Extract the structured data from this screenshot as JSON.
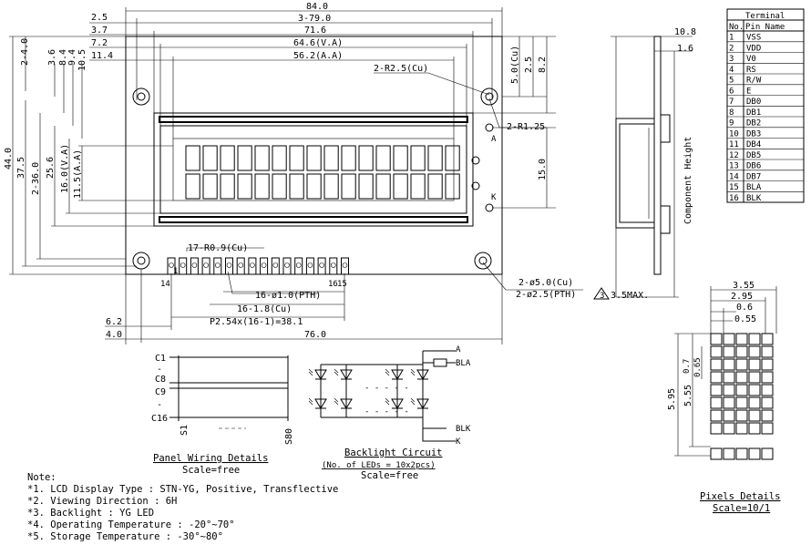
{
  "dimensions": {
    "top": [
      "84.0",
      "2.5",
      "3-79.0",
      "3.7",
      "71.6",
      "7.2",
      "64.6(V.A)",
      "11.4",
      "56.2(A.A)"
    ],
    "left": [
      "2-4.0",
      "3.6",
      "8.4",
      "9.4",
      "10.5",
      "44.0",
      "37.5",
      "2-36.0",
      "25.6",
      "16.0(V.A)",
      "11.5(A.A)"
    ],
    "right": [
      "5.0(Cu)",
      "2.5",
      "8.2",
      "15.0"
    ],
    "bottom": [
      "6.2",
      "4.0",
      "76.0",
      "P2.54x(16-1)=38.1",
      "16-1.8(Cu)",
      "16-ø1.0(PTH)"
    ],
    "holes": [
      "2-R2.5(Cu)",
      "2-R1.25",
      "17-R0.9(Cu)",
      "2-ø5.0(Cu)",
      "2-ø2.5(PTH)"
    ],
    "pins": [
      "1",
      "14",
      "16",
      "15"
    ],
    "led_pins": [
      "A",
      "K"
    ],
    "side": [
      "10.8",
      "1.6",
      "Component Height",
      "3.5MAX."
    ]
  },
  "terminal": {
    "title": "Terminal",
    "col_no": "No.",
    "col_name": "Pin Name",
    "rows": [
      [
        "1",
        "VSS"
      ],
      [
        "2",
        "VDD"
      ],
      [
        "3",
        "V0"
      ],
      [
        "4",
        "RS"
      ],
      [
        "5",
        "R/W"
      ],
      [
        "6",
        "E"
      ],
      [
        "7",
        "DB0"
      ],
      [
        "8",
        "DB1"
      ],
      [
        "9",
        "DB2"
      ],
      [
        "10",
        "DB3"
      ],
      [
        "11",
        "DB4"
      ],
      [
        "12",
        "DB5"
      ],
      [
        "13",
        "DB6"
      ],
      [
        "14",
        "DB7"
      ],
      [
        "15",
        "BLA"
      ],
      [
        "16",
        "BLK"
      ]
    ]
  },
  "wiring": {
    "c_labels": [
      "C1",
      "C8",
      "C9",
      "C16"
    ],
    "s_labels": [
      "S1",
      "S80"
    ],
    "title": "Panel Wiring Details",
    "scale": "Scale=free"
  },
  "backlight": {
    "labels": [
      "A",
      "BLA",
      "BLK",
      "K"
    ],
    "title": "Backlight Circuit",
    "subtitle": "(No. of LEDs = 10x2pcs)",
    "scale": "Scale=free"
  },
  "pixels": {
    "dims": [
      "3.55",
      "2.95",
      "0.6",
      "0.55",
      "5.95",
      "5.55",
      "0.7",
      "0.65"
    ],
    "title": "Pixels Details",
    "scale": "Scale=10/1"
  },
  "notes": {
    "title": "Note:",
    "items": [
      "*1. LCD Display Type : STN-YG, Positive, Transflective",
      "*2. Viewing Direction : 6H",
      "*3. Backlight : YG LED",
      "*4. Operating Temperature : -20°~70°",
      "*5. Storage Temperature : -30°~80°"
    ]
  }
}
